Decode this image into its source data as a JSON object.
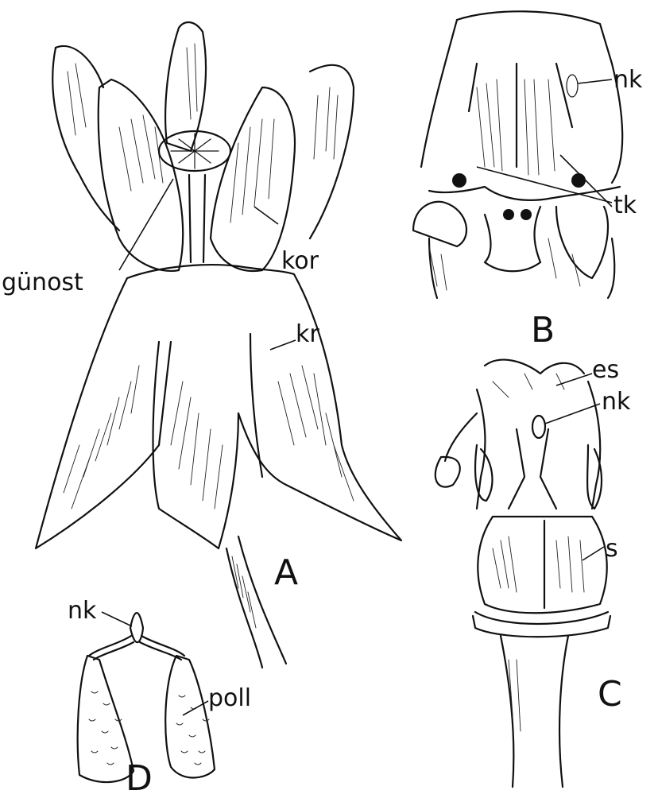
{
  "figures": {
    "A": {
      "letter": "A",
      "labels": {
        "gynostegium": "günost",
        "corona": "kor",
        "corolla": "kr"
      }
    },
    "B": {
      "letter": "B",
      "labels": {
        "corpusculum": "nk",
        "anther_slit": "tk"
      }
    },
    "C": {
      "letter": "C",
      "labels": {
        "stigma_head": "es",
        "corpusculum": "nk",
        "ovary": "s"
      }
    },
    "D": {
      "letter": "D",
      "labels": {
        "corpusculum": "nk",
        "pollinium": "poll"
      }
    }
  }
}
